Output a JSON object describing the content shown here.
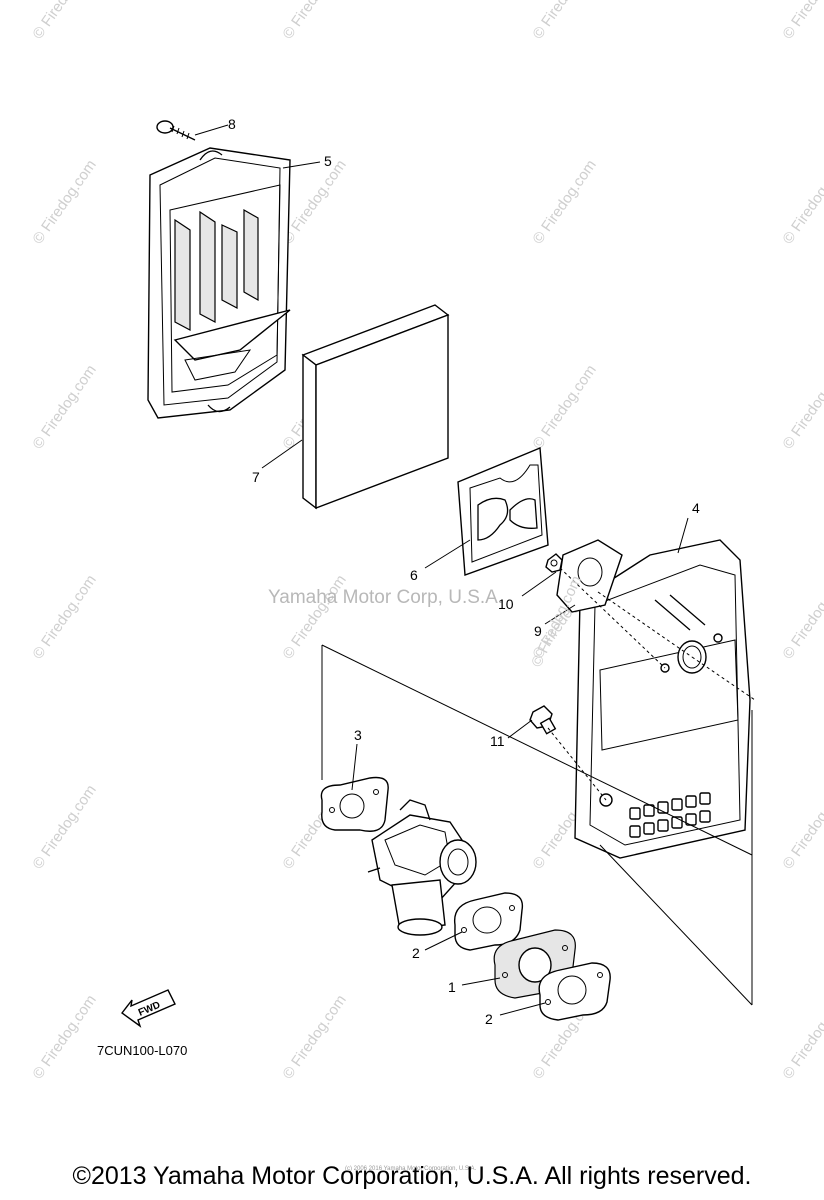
{
  "watermark": "© Firedog.com",
  "center_watermark": "Yamaha Motor Corp, U.S.A.",
  "center_watermark_2": "© Firedog.com",
  "callouts": {
    "c1": "1",
    "c2a": "2",
    "c2b": "2",
    "c3": "3",
    "c4": "4",
    "c5": "5",
    "c6": "6",
    "c7": "7",
    "c8": "8",
    "c9": "9",
    "c10": "10",
    "c11": "11"
  },
  "fwd_label": "FWD",
  "reference_code": "7CUN100-L070",
  "small_print": "(c) 2006 2016 Yamaha Motor Corporation, U.S.A.",
  "copyright": "©2013 Yamaha Motor Corporation, U.S.A. All rights reserved."
}
